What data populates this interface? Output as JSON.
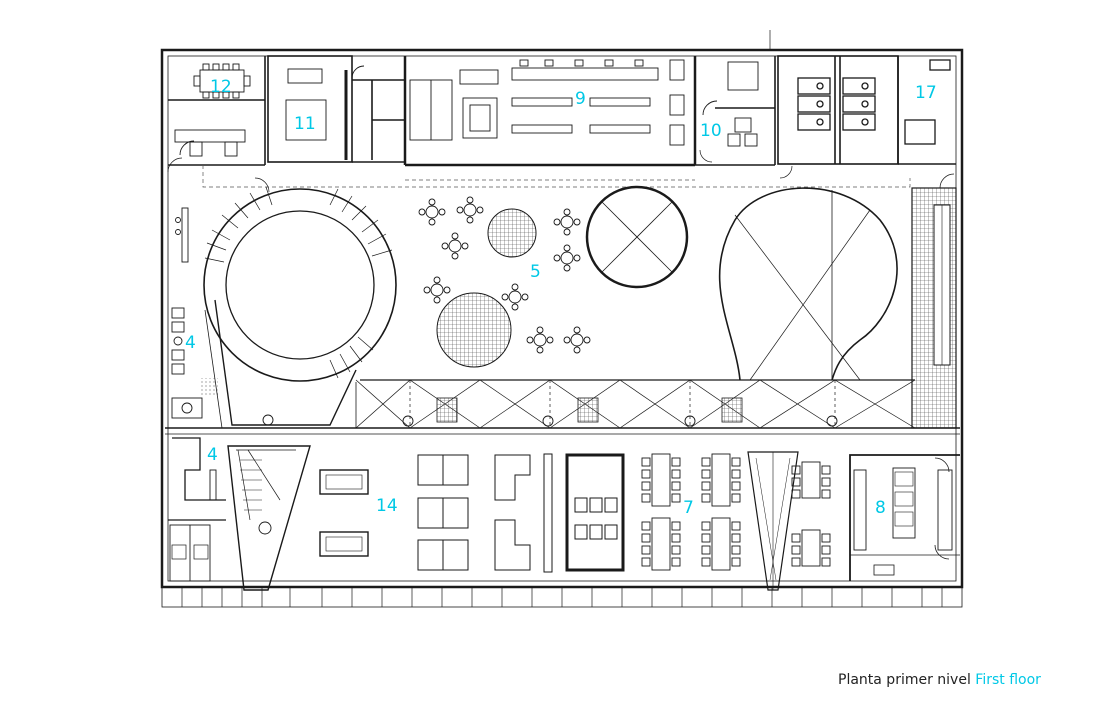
{
  "caption": {
    "spanish": "Planta primer nivel",
    "english": "First floor"
  },
  "room_labels": {
    "r12": "12",
    "r11": "11",
    "r9": "9",
    "r10": "10",
    "r17": "17",
    "r5": "5",
    "r4a": "4",
    "r4b": "4",
    "r14": "14",
    "r7": "7",
    "r8": "8"
  },
  "colors": {
    "line": "#1a1a1a",
    "label": "#00c8e6",
    "hatch": "#555555"
  }
}
